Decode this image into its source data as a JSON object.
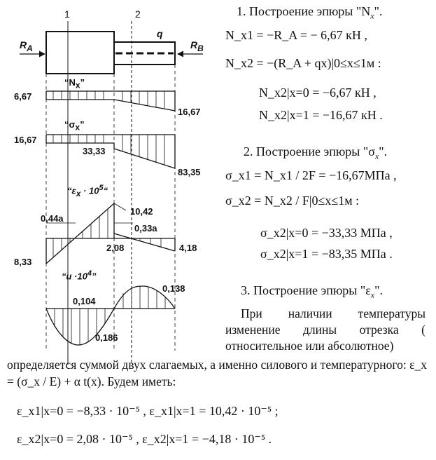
{
  "diagram": {
    "section_1": "1",
    "section_2": "2",
    "load_q": "q",
    "reaction_a": "R",
    "reaction_a_sub": "A",
    "reaction_b": "R",
    "reaction_b_sub": "B",
    "nx_title": "“N",
    "nx_title_sub": "x",
    "nx_title_end": "”",
    "nx_left": "6,67",
    "nx_right": "16,67",
    "sx_title": "“σ",
    "sx_title_sub": "x",
    "sx_title_end": "”",
    "sx_left": "16,67",
    "sx_mid": "33,33",
    "sx_right": "83,35",
    "ex_title": "“ε",
    "ex_title_sub": "x",
    "ex_title_mid": " · 10",
    "ex_title_sup": "5",
    "ex_title_end": "“",
    "ex_top": "10,42",
    "ex_left_dim": "0,44a",
    "ex_right_dim": "0,33a",
    "ex_left": "8,33",
    "ex_mid": "2,08",
    "ex_right": "4,18",
    "u_title": "“u ·10",
    "u_title_sup": "4",
    "u_title_end": "”",
    "u_peak": "0,138",
    "u_zero": "0,104",
    "u_min": "0,186"
  },
  "text": {
    "heading_1": "1. Построение эпюры \"N",
    "heading_1_sub": "x",
    "heading_1_end": "\".",
    "eq_nx1": "N_x1 = −R_A = − 6,67 кН ,",
    "eq_nx2": "N_x2 = −(R_A + qx)|0≤x≤1м :",
    "eq_nx2_0": "N_x2|x=0 = −6,67 кН ,",
    "eq_nx2_1": "N_x2|x=1 = −16,67 кН .",
    "heading_2": "2. Построение эпюры \"σ",
    "heading_2_sub": "x",
    "heading_2_end": "\".",
    "eq_sx1": "σ_x1 = N_x1 / 2F = −16,67МПа ,",
    "eq_sx2": "σ_x2 = N_x2 / F|0≤x≤1м :",
    "eq_sx2_0": "σ_x2|x=0 = −33,33 МПа ,",
    "eq_sx2_1": "σ_x2|x=1 = −83,35 МПа .",
    "heading_3": "3. Построение эпюры \"ε",
    "heading_3_sub": "x",
    "heading_3_end": "\".",
    "paragraph_right": "При наличии температуры изменение длины отрезка ( относительное или абсолютное)",
    "paragraph_full": "определяется суммой двух слагаемых, а именно силового и температурного: ε_x = (σ_x / E) + α t(x). Будем иметь:",
    "eq_ex1": "ε_x1|x=0 = −8,33 · 10⁻⁵ ,   ε_x1|x=1 = 10,42 · 10⁻⁵ ;",
    "eq_ex2": "ε_x2|x=0 = 2,08 · 10⁻⁵ ,   ε_x2|x=1 = −4,18 · 10⁻⁵ ."
  }
}
